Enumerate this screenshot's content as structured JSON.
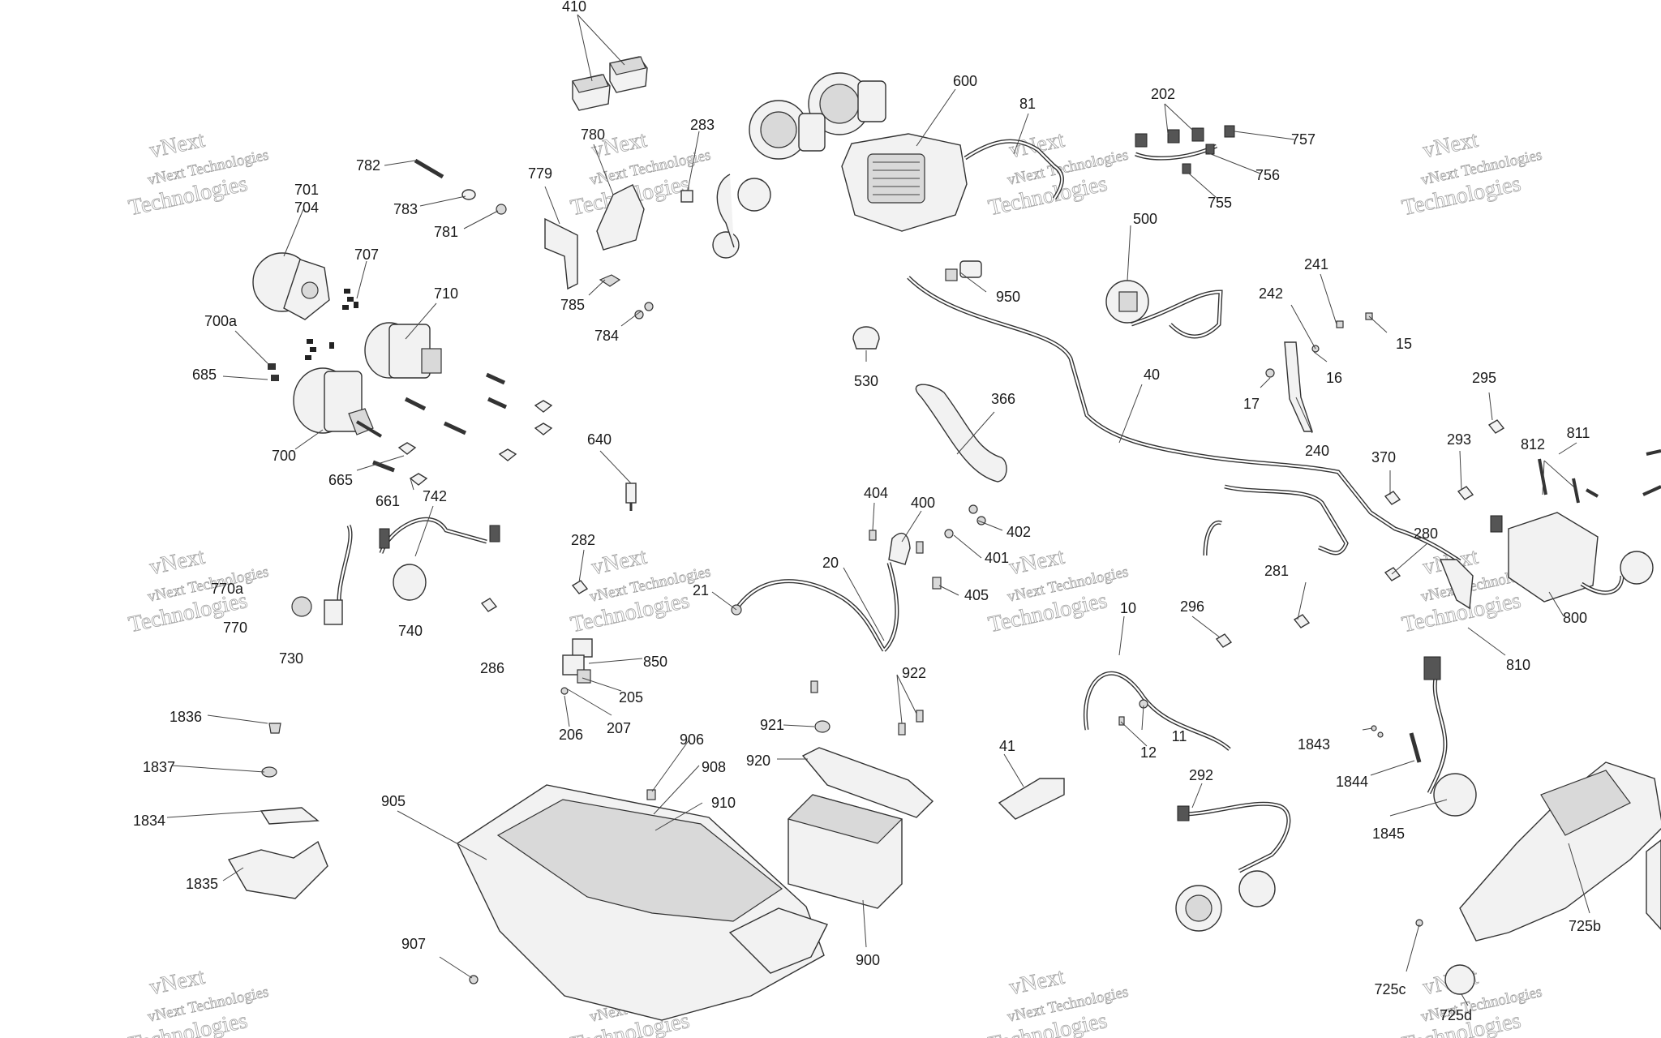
{
  "watermark": {
    "line1": "vNext Technologies",
    "line2": "Technologies",
    "vnext": "vNext"
  },
  "callouts": [
    {
      "id": "410",
      "text": "410"
    },
    {
      "id": "600",
      "text": "600"
    },
    {
      "id": "81",
      "text": "81"
    },
    {
      "id": "202",
      "text": "202"
    },
    {
      "id": "757",
      "text": "757"
    },
    {
      "id": "756",
      "text": "756"
    },
    {
      "id": "755",
      "text": "755"
    },
    {
      "id": "780",
      "text": "780"
    },
    {
      "id": "283",
      "text": "283"
    },
    {
      "id": "779",
      "text": "779"
    },
    {
      "id": "782",
      "text": "782"
    },
    {
      "id": "783",
      "text": "783"
    },
    {
      "id": "781",
      "text": "781"
    },
    {
      "id": "701",
      "text": "701"
    },
    {
      "id": "704",
      "text": "704"
    },
    {
      "id": "707",
      "text": "707"
    },
    {
      "id": "710",
      "text": "710"
    },
    {
      "id": "700a",
      "text": "700a"
    },
    {
      "id": "685",
      "text": "685"
    },
    {
      "id": "700",
      "text": "700"
    },
    {
      "id": "665",
      "text": "665"
    },
    {
      "id": "661",
      "text": "661"
    },
    {
      "id": "742",
      "text": "742"
    },
    {
      "id": "785",
      "text": "785"
    },
    {
      "id": "784",
      "text": "784"
    },
    {
      "id": "500",
      "text": "500"
    },
    {
      "id": "950",
      "text": "950"
    },
    {
      "id": "530",
      "text": "530"
    },
    {
      "id": "241",
      "text": "241"
    },
    {
      "id": "242",
      "text": "242"
    },
    {
      "id": "15",
      "text": "15"
    },
    {
      "id": "16",
      "text": "16"
    },
    {
      "id": "17",
      "text": "17"
    },
    {
      "id": "240",
      "text": "240"
    },
    {
      "id": "366",
      "text": "366"
    },
    {
      "id": "40",
      "text": "40"
    },
    {
      "id": "295",
      "text": "295"
    },
    {
      "id": "293",
      "text": "293"
    },
    {
      "id": "812",
      "text": "812"
    },
    {
      "id": "811",
      "text": "811"
    },
    {
      "id": "370",
      "text": "370"
    },
    {
      "id": "640",
      "text": "640"
    },
    {
      "id": "404",
      "text": "404"
    },
    {
      "id": "400",
      "text": "400"
    },
    {
      "id": "402",
      "text": "402"
    },
    {
      "id": "401",
      "text": "401"
    },
    {
      "id": "20",
      "text": "20"
    },
    {
      "id": "21",
      "text": "21"
    },
    {
      "id": "405",
      "text": "405"
    },
    {
      "id": "282",
      "text": "282"
    },
    {
      "id": "280",
      "text": "280"
    },
    {
      "id": "800",
      "text": "800"
    },
    {
      "id": "281",
      "text": "281"
    },
    {
      "id": "770a",
      "text": "770a"
    },
    {
      "id": "770",
      "text": "770"
    },
    {
      "id": "730",
      "text": "730"
    },
    {
      "id": "740",
      "text": "740"
    },
    {
      "id": "286",
      "text": "286"
    },
    {
      "id": "850",
      "text": "850"
    },
    {
      "id": "205",
      "text": "205"
    },
    {
      "id": "207",
      "text": "207"
    },
    {
      "id": "206",
      "text": "206"
    },
    {
      "id": "10",
      "text": "10"
    },
    {
      "id": "296",
      "text": "296"
    },
    {
      "id": "810",
      "text": "810"
    },
    {
      "id": "922",
      "text": "922"
    },
    {
      "id": "921",
      "text": "921"
    },
    {
      "id": "11",
      "text": "11"
    },
    {
      "id": "12",
      "text": "12"
    },
    {
      "id": "1836",
      "text": "1836"
    },
    {
      "id": "1837",
      "text": "1837"
    },
    {
      "id": "1834",
      "text": "1834"
    },
    {
      "id": "1835",
      "text": "1835"
    },
    {
      "id": "906",
      "text": "906"
    },
    {
      "id": "908",
      "text": "908"
    },
    {
      "id": "910",
      "text": "910"
    },
    {
      "id": "920",
      "text": "920"
    },
    {
      "id": "905",
      "text": "905"
    },
    {
      "id": "41",
      "text": "41"
    },
    {
      "id": "292",
      "text": "292"
    },
    {
      "id": "1843",
      "text": "1843"
    },
    {
      "id": "1844",
      "text": "1844"
    },
    {
      "id": "1845",
      "text": "1845"
    },
    {
      "id": "900",
      "text": "900"
    },
    {
      "id": "907",
      "text": "907"
    },
    {
      "id": "725b",
      "text": "725b"
    },
    {
      "id": "725c",
      "text": "725c"
    },
    {
      "id": "725d",
      "text": "725d"
    }
  ]
}
